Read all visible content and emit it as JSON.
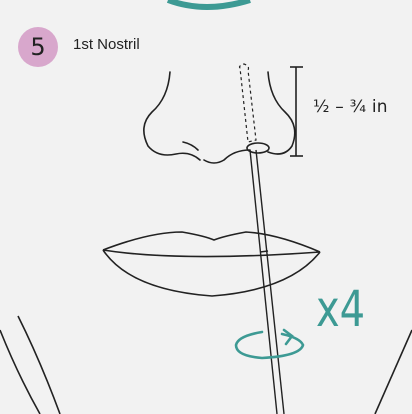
{
  "step": {
    "number": "5",
    "title": "1st Nostril"
  },
  "measurement": {
    "label": "½ – ¾ in"
  },
  "repeat": {
    "label": "x4"
  },
  "colors": {
    "step_badge": "#d8a7cc",
    "accent_teal": "#3d9a94",
    "line": "#222222",
    "background": "#f2f2f2"
  },
  "icons": [
    "rotate-arrow-icon",
    "measure-bracket-icon",
    "swab-icon"
  ]
}
